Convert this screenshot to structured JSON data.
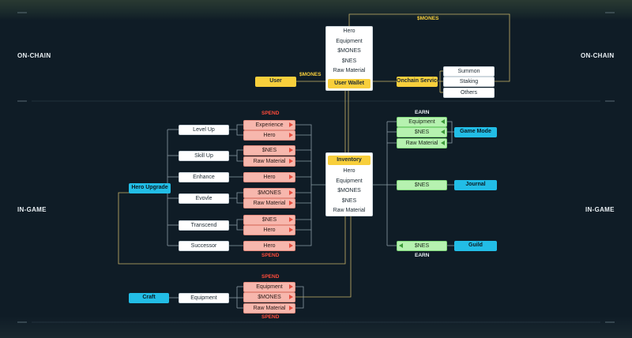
{
  "sections": {
    "on_chain_left": "ON-CHAIN",
    "on_chain_right": "ON-CHAIN",
    "in_game_left": "IN-GAME",
    "in_game_right": "IN-GAME"
  },
  "onchain": {
    "mones_top": "$MONES",
    "mones_user": "$MONES",
    "user": "User",
    "user_wallet": "User Wallet",
    "wallet_items": [
      "Hero",
      "Equipment",
      "$MONES",
      "$NES",
      "Raw Material"
    ],
    "onchain_service": "Onchain Service",
    "services": [
      "Summon",
      "Staking",
      "Others"
    ]
  },
  "hero_upgrade": {
    "title": "Hero Upgrade",
    "spend_top": "SPEND",
    "spend_bottom": "SPEND",
    "actions": [
      {
        "name": "Level Up",
        "costs": [
          "Experience",
          "Hero"
        ]
      },
      {
        "name": "Skill Up",
        "costs": [
          "$NES",
          "Raw Material"
        ]
      },
      {
        "name": "Enhance",
        "costs": [
          "Hero"
        ]
      },
      {
        "name": "Evovle",
        "costs": [
          "$MONES",
          "Raw Material"
        ]
      },
      {
        "name": "Transcend",
        "costs": [
          "$NES",
          "Hero"
        ]
      },
      {
        "name": "Successor",
        "costs": [
          "Hero"
        ]
      }
    ]
  },
  "inventory": {
    "title": "Inventory",
    "items": [
      "Hero",
      "Equipment",
      "$MONES",
      "$NES",
      "Raw Material"
    ]
  },
  "craft": {
    "title": "Craft",
    "output": "Equipment",
    "spend_top": "SPEND",
    "spend_bottom": "SPEND",
    "costs": [
      "Equipment",
      "$MONES",
      "Raw Material"
    ]
  },
  "earn": {
    "earn_top": "EARN",
    "earn_bottom": "EARN",
    "game_mode": {
      "title": "Game Mode",
      "rewards": [
        "Equipment",
        "$NES",
        "Raw Material"
      ]
    },
    "journal": {
      "title": "Journal",
      "rewards": [
        "$NES"
      ]
    },
    "guild": {
      "title": "Guild",
      "rewards": [
        "$NES"
      ]
    }
  },
  "colors": {
    "background": "#0f1c26",
    "accent_yellow": "#f8cf3c",
    "accent_blue": "#22bde6",
    "spend_red": "#f7b7ad",
    "earn_green": "#b6f2b0"
  }
}
